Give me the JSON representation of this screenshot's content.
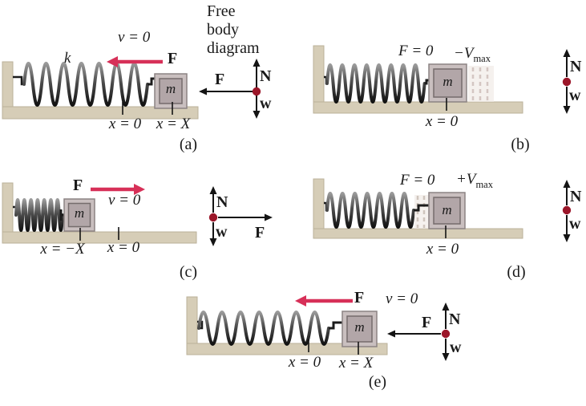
{
  "heading": "Free body diagram",
  "colors": {
    "surface": "#d6cdb7",
    "surface_edge": "#b9af96",
    "arrow_red": "#d73058",
    "dot_red": "#9b1629",
    "ink": "#141414"
  },
  "panels": {
    "a": {
      "tag": "(a)",
      "spring_constant": "k",
      "velocity": "v = 0",
      "force_label": "F",
      "mass_label": "m",
      "x_left": "x = 0",
      "x_right": "x = X",
      "fbd": {
        "n": "N",
        "w": "w",
        "f": "F"
      }
    },
    "b": {
      "tag": "(b)",
      "force_eq": "F = 0",
      "vmax": "−V",
      "vmax_sub": "max",
      "mass_label": "m",
      "x_tick": "x = 0",
      "fbd": {
        "n": "N",
        "w": "w"
      }
    },
    "c": {
      "tag": "(c)",
      "force_label": "F",
      "velocity": "v = 0",
      "mass_label": "m",
      "x_left": "x = −X",
      "x_right": "x = 0",
      "fbd": {
        "n": "N",
        "w": "w",
        "f": "F"
      }
    },
    "d": {
      "tag": "(d)",
      "force_eq": "F = 0",
      "vmax": "+V",
      "vmax_sub": "max",
      "mass_label": "m",
      "x_tick": "x = 0",
      "fbd": {
        "n": "N",
        "w": "w"
      }
    },
    "e": {
      "tag": "(e)",
      "force_label": "F",
      "velocity": "v = 0",
      "mass_label": "m",
      "x_left": "x = 0",
      "x_right": "x = X",
      "fbd": {
        "n": "N",
        "w": "w",
        "f": "F"
      }
    }
  }
}
